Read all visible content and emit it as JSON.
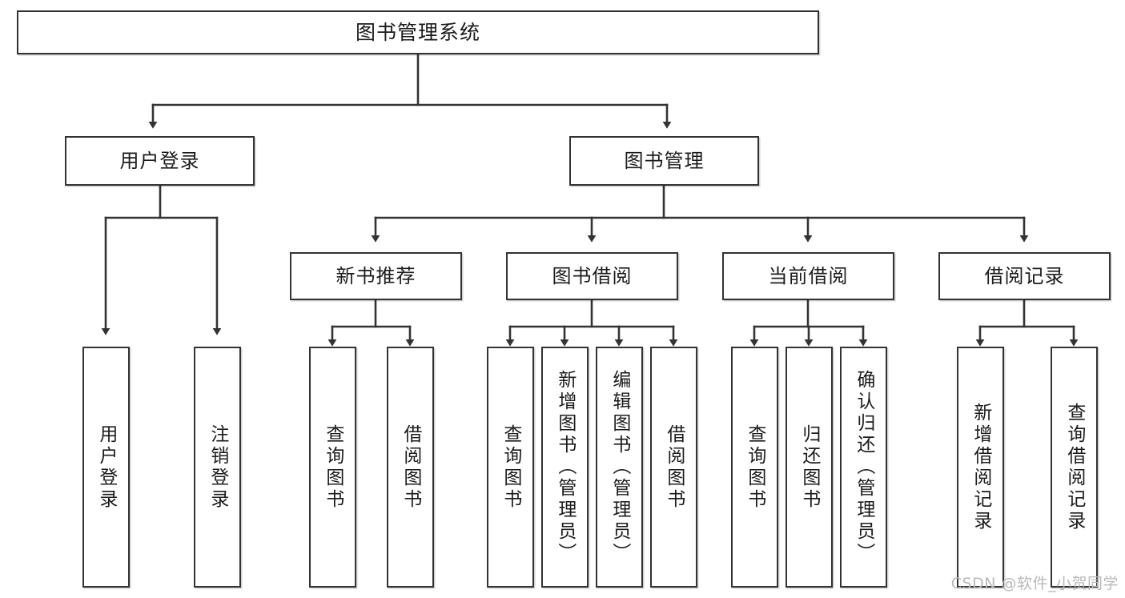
{
  "diagram": {
    "title": "图书管理系统",
    "type": "tree",
    "watermark": "CSDN @软件_小贺同学",
    "colors": {
      "box_border": "#333333",
      "box_fill": "#ffffff",
      "line": "#333333",
      "text": "#1b1b1b",
      "watermark": "#b9b9b9",
      "background": "#ffffff"
    },
    "levels": {
      "level1": [
        "图书管理系统"
      ],
      "level2": [
        "用户登录",
        "图书管理"
      ],
      "level3": [
        "新书推荐",
        "图书借阅",
        "当前借阅",
        "借阅记录"
      ],
      "level4": [
        "用户登录",
        "注销登录",
        "查询图书",
        "借阅图书",
        "查询图书",
        "新增图书（管理员）",
        "编辑图书（管理员）",
        "借阅图书",
        "查询图书",
        "归还图书",
        "确认归还（管理员）",
        "新增借阅记录",
        "查询借阅记录"
      ]
    },
    "nodes": {
      "root": {
        "label": "图书管理系统"
      },
      "user_login": {
        "label": "用户登录"
      },
      "book_manage": {
        "label": "图书管理"
      },
      "new_book_rec": {
        "label": "新书推荐"
      },
      "book_borrow": {
        "label": "图书借阅"
      },
      "current_borrow": {
        "label": "当前借阅"
      },
      "borrow_record": {
        "label": "借阅记录"
      },
      "leaf_user_login": {
        "label": "用户登录"
      },
      "leaf_logout": {
        "label": "注销登录"
      },
      "leaf_query_book_1": {
        "label": "查询图书"
      },
      "leaf_borrow_book_1": {
        "label": "借阅图书"
      },
      "leaf_query_book_2": {
        "label": "查询图书"
      },
      "leaf_add_book": {
        "label": "新增图书（管理员）"
      },
      "leaf_edit_book": {
        "label": "编辑图书（管理员）"
      },
      "leaf_borrow_book_2": {
        "label": "借阅图书"
      },
      "leaf_query_book_3": {
        "label": "查询图书"
      },
      "leaf_return_book": {
        "label": "归还图书"
      },
      "leaf_confirm_return": {
        "label": "确认归还（管理员）"
      },
      "leaf_add_record": {
        "label": "新增借阅记录"
      },
      "leaf_query_record": {
        "label": "查询借阅记录"
      }
    },
    "edges": [
      {
        "from": "root",
        "to": "user_login"
      },
      {
        "from": "root",
        "to": "book_manage"
      },
      {
        "from": "user_login",
        "to": "leaf_user_login"
      },
      {
        "from": "user_login",
        "to": "leaf_logout"
      },
      {
        "from": "book_manage",
        "to": "new_book_rec"
      },
      {
        "from": "book_manage",
        "to": "book_borrow"
      },
      {
        "from": "book_manage",
        "to": "current_borrow"
      },
      {
        "from": "book_manage",
        "to": "borrow_record"
      },
      {
        "from": "new_book_rec",
        "to": "leaf_query_book_1"
      },
      {
        "from": "new_book_rec",
        "to": "leaf_borrow_book_1"
      },
      {
        "from": "book_borrow",
        "to": "leaf_query_book_2"
      },
      {
        "from": "book_borrow",
        "to": "leaf_add_book"
      },
      {
        "from": "book_borrow",
        "to": "leaf_edit_book"
      },
      {
        "from": "book_borrow",
        "to": "leaf_borrow_book_2"
      },
      {
        "from": "current_borrow",
        "to": "leaf_query_book_3"
      },
      {
        "from": "current_borrow",
        "to": "leaf_return_book"
      },
      {
        "from": "current_borrow",
        "to": "leaf_confirm_return"
      },
      {
        "from": "borrow_record",
        "to": "leaf_add_record"
      },
      {
        "from": "borrow_record",
        "to": "leaf_query_record"
      }
    ]
  }
}
